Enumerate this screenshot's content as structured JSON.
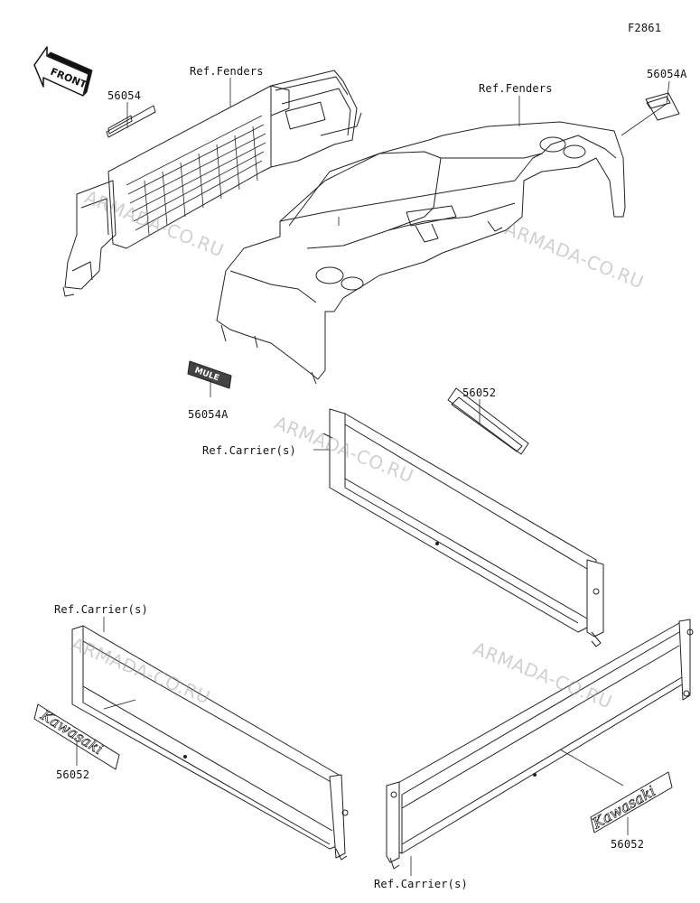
{
  "figure_code": "F2861",
  "front_arrow_label": "FRONT",
  "watermark": "ARMADA-CO.RU",
  "labels": {
    "ref_fenders_left": "Ref.Fenders",
    "ref_fenders_right": "Ref.Fenders",
    "part_56054": "56054",
    "part_56054A_top": "56054A",
    "part_56054A_bottom": "56054A",
    "part_56052_mid": "56052",
    "ref_carrier_mid": "Ref.Carrier(s)",
    "ref_carrier_left": "Ref.Carrier(s)",
    "part_56052_left": "56052",
    "part_56052_right": "56052",
    "ref_carrier_bottom": "Ref.Carrier(s)"
  },
  "decals": {
    "kawasaki": "Kawasaki",
    "mule": "MULE"
  }
}
